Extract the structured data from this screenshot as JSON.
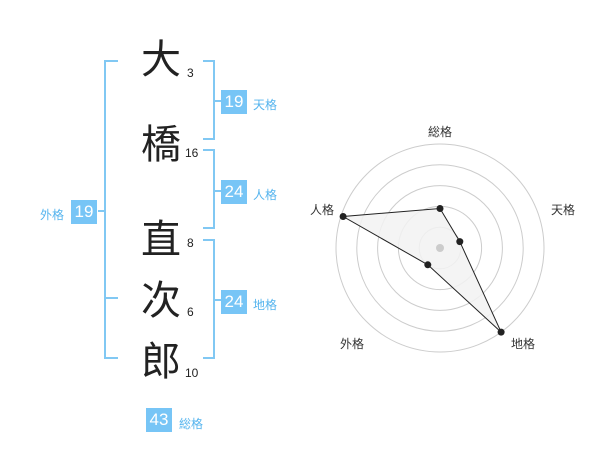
{
  "name": {
    "characters": [
      {
        "char": "大",
        "strokes": "3"
      },
      {
        "char": "橋",
        "strokes": "16"
      },
      {
        "char": "直",
        "strokes": "8"
      },
      {
        "char": "次",
        "strokes": "6"
      },
      {
        "char": "郎",
        "strokes": "10"
      }
    ]
  },
  "fortunes": {
    "tenkaku": {
      "value": "19",
      "label": "天格"
    },
    "jinkaku": {
      "value": "24",
      "label": "人格"
    },
    "chikaku": {
      "value": "24",
      "label": "地格"
    },
    "gaikaku": {
      "value": "19",
      "label": "外格"
    },
    "soukaku": {
      "value": "43",
      "label": "総格"
    }
  },
  "radar": {
    "axes": [
      "総格",
      "天格",
      "地格",
      "外格",
      "人格"
    ],
    "levels": 5,
    "values": [
      0.38,
      0.2,
      1.0,
      0.2,
      0.98
    ],
    "colors": {
      "ring": "#cccccc",
      "fill": "#f2f2f2",
      "line": "#222222",
      "center": "#cccccc"
    }
  },
  "colors": {
    "accent": "#77c5f6",
    "bracket": "#81c8f3",
    "label": "#55b4ee"
  }
}
